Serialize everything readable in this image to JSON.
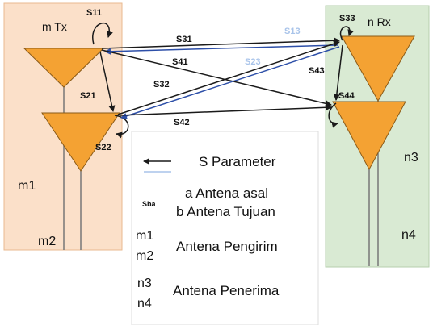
{
  "tx_panel": {
    "label": "m Tx",
    "antenna_1": "m1",
    "antenna_2": "m2"
  },
  "rx_panel": {
    "label": "n Rx",
    "antenna_1": "n3",
    "antenna_2": "n4"
  },
  "s_params": {
    "s11": "S11",
    "s21": "S21",
    "s22": "S22",
    "s31": "S31",
    "s41": "S41",
    "s32": "S32",
    "s42": "S42",
    "s13": "S13",
    "s23": "S23",
    "s33": "S33",
    "s43": "S43",
    "s44": "S44"
  },
  "legend": {
    "s_parameter": "S Parameter",
    "sba": "Sba",
    "sba_a": "a Antena asal",
    "sba_b": "b Antena Tujuan",
    "m1": "m1",
    "m2": "m2",
    "pengirim": "Antena Pengirim",
    "n3": "n3",
    "n4": "n4",
    "penerima": "Antena Penerima"
  },
  "colors": {
    "tx_bg": "#fbe0c9",
    "rx_bg": "#d9ead3",
    "antenna": "#f4a233",
    "arrow_dark": "#1a1a1a",
    "arrow_blue": "#2d4fa8",
    "label_light_blue": "#a9c4ea"
  }
}
